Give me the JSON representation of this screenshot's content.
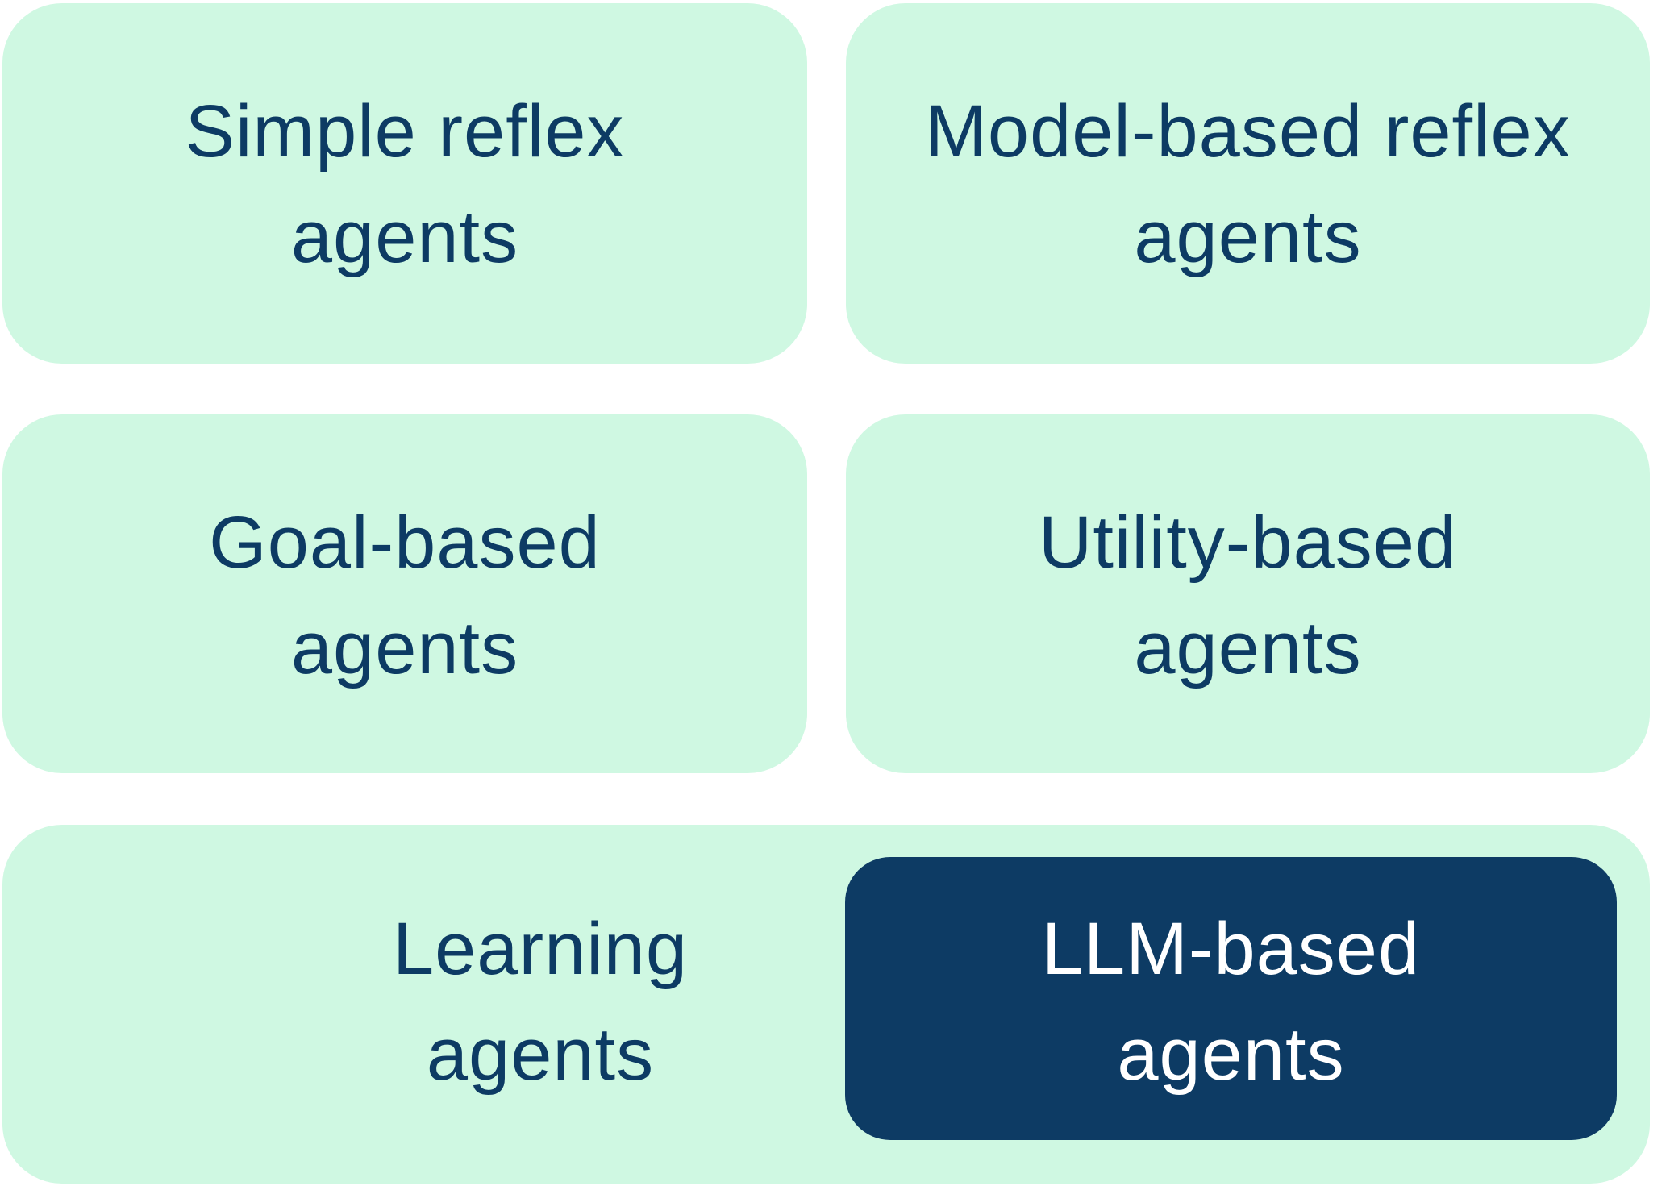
{
  "diagram": {
    "title": "Types of agents",
    "colors": {
      "box_fill": "#cff8e2",
      "text": "#0d3b64",
      "highlight_fill": "#0d3b64",
      "highlight_text": "#ffffff"
    },
    "boxes": [
      {
        "id": "simple-reflex",
        "line1": "Simple reflex",
        "line2": "agents"
      },
      {
        "id": "model-based-reflex",
        "line1": "Model-based reflex",
        "line2": "agents"
      },
      {
        "id": "goal-based",
        "line1": "Goal-based",
        "line2": "agents"
      },
      {
        "id": "utility-based",
        "line1": "Utility-based",
        "line2": "agents"
      },
      {
        "id": "learning",
        "line1": "Learning",
        "line2": "agents"
      },
      {
        "id": "llm-based",
        "line1": "LLM-based",
        "line2": "agents",
        "highlighted": true,
        "nested_in": "learning"
      }
    ]
  }
}
